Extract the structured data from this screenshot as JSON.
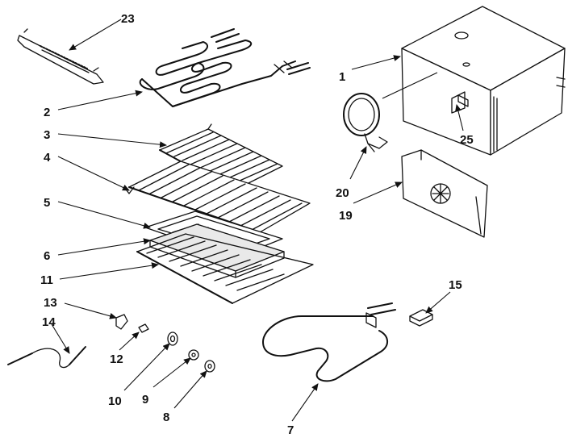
{
  "callouts": {
    "c1": "1",
    "c2": "2",
    "c3": "3",
    "c4": "4",
    "c5": "5",
    "c6": "6",
    "c7": "7",
    "c8": "8",
    "c9": "9",
    "c10": "10",
    "c11": "11",
    "c12": "12",
    "c13": "13",
    "c14": "14",
    "c15": "15",
    "c19": "19",
    "c20": "20",
    "c23": "23",
    "c25": "25"
  }
}
